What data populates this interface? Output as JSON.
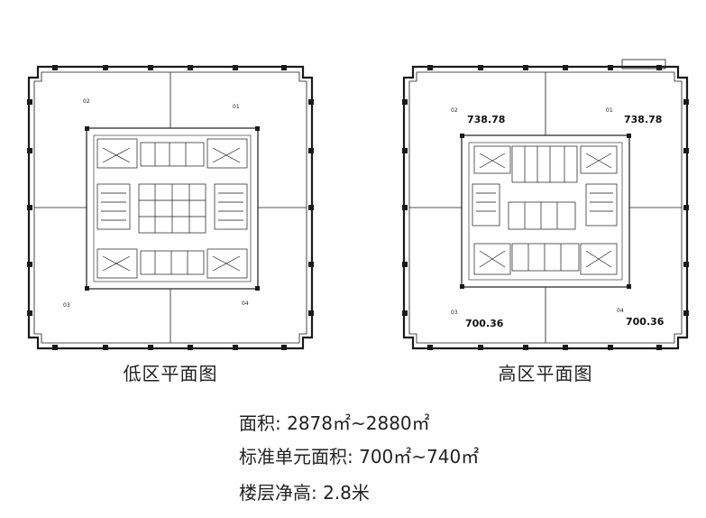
{
  "plans": [
    {
      "caption": "低区平面图",
      "units": [
        {
          "no": "02",
          "area": ""
        },
        {
          "no": "01",
          "area": ""
        },
        {
          "no": "03",
          "area": ""
        },
        {
          "no": "04",
          "area": ""
        }
      ]
    },
    {
      "caption": "高区平面图",
      "units": [
        {
          "no": "02",
          "area": "738.78"
        },
        {
          "no": "01",
          "area": "738.78"
        },
        {
          "no": "03",
          "area": "700.36"
        },
        {
          "no": "04",
          "area": "700.36"
        }
      ]
    }
  ],
  "specs": [
    "面积: 2878㎡~2880㎡",
    "标准单元面积: 700㎡~740㎡",
    "楼层净高: 2.8米"
  ],
  "colors": {
    "line": "#1a1a1a",
    "background": "#ffffff"
  }
}
